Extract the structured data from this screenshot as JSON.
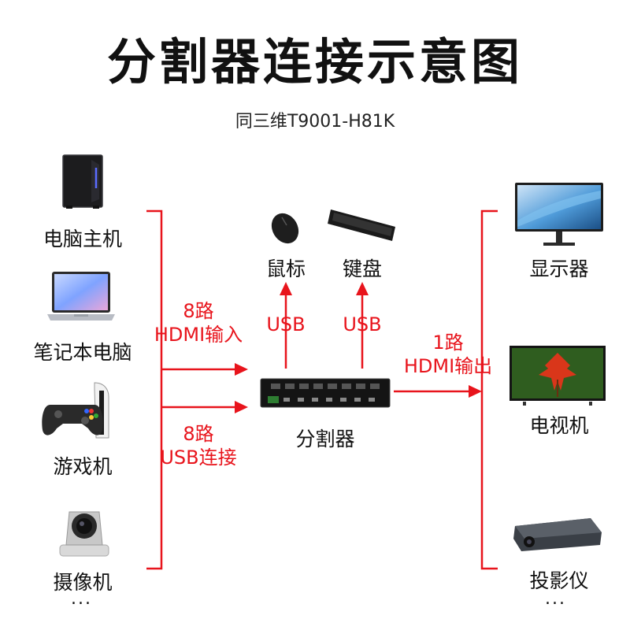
{
  "title": "分割器连接示意图",
  "subtitle": "同三维T9001-H81K",
  "inputs": [
    {
      "label": "电脑主机",
      "icon": "desktop-tower-icon"
    },
    {
      "label": "笔记本电脑",
      "icon": "laptop-icon"
    },
    {
      "label": "游戏机",
      "icon": "game-console-icon"
    },
    {
      "label": "摄像机",
      "icon": "ptz-camera-icon"
    }
  ],
  "inputs_more": "...",
  "peripherals": [
    {
      "label": "鼠标",
      "icon": "mouse-icon",
      "link": "USB"
    },
    {
      "label": "键盘",
      "icon": "keyboard-icon",
      "link": "USB"
    }
  ],
  "hdmi_in": {
    "line1": "8路",
    "line2": "HDMI输入"
  },
  "usb_in": {
    "line1": "8路",
    "line2": "USB连接"
  },
  "hdmi_out": {
    "line1": "1路",
    "line2": "HDMI输出"
  },
  "center_label": "分割器",
  "outputs": [
    {
      "label": "显示器",
      "icon": "monitor-icon"
    },
    {
      "label": "电视机",
      "icon": "tv-icon"
    },
    {
      "label": "投影仪",
      "icon": "projector-icon"
    }
  ],
  "outputs_more": "...",
  "colors": {
    "accent": "#e8141c",
    "text": "#111111"
  }
}
